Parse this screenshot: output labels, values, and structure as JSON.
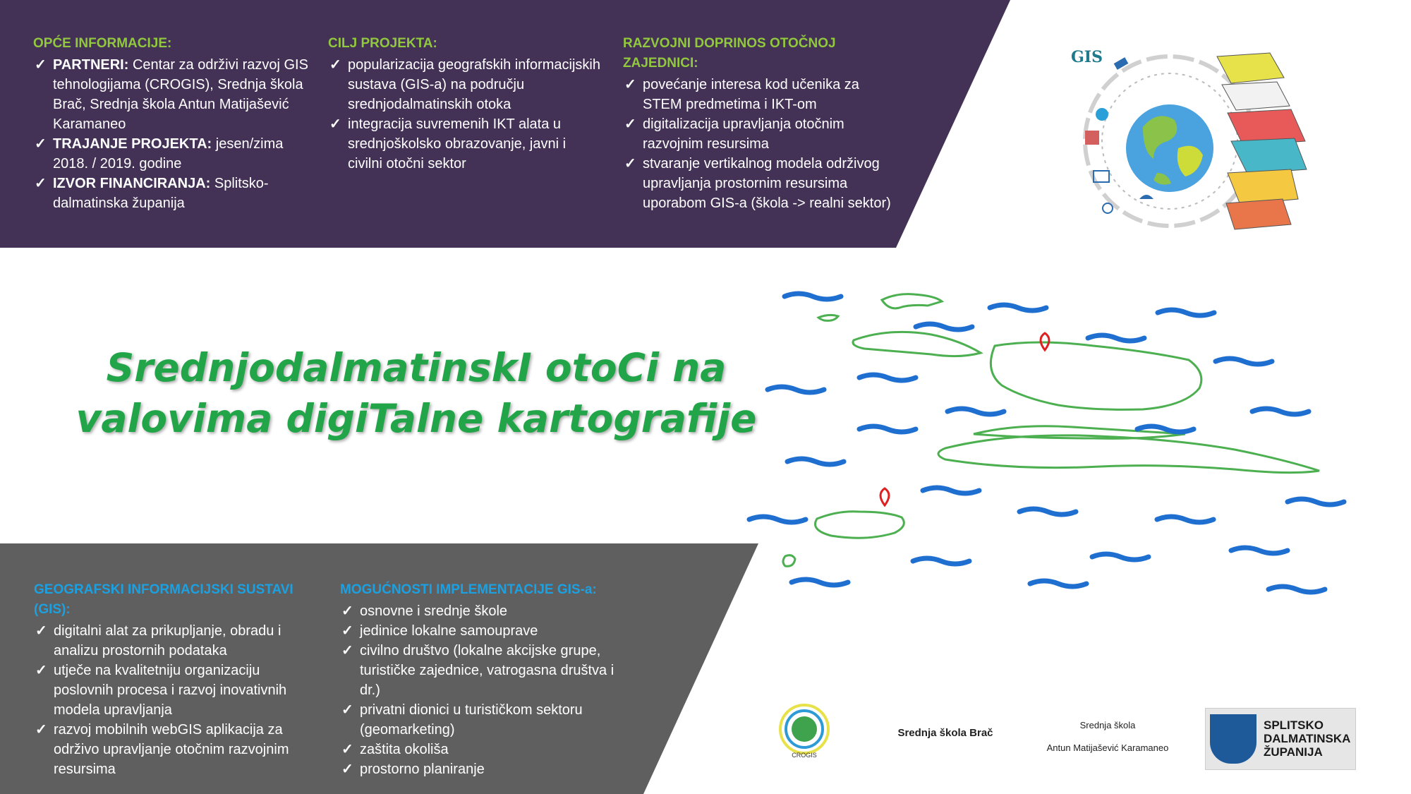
{
  "top": {
    "col1": {
      "heading": "OPĆE INFORMACIJE:",
      "items": [
        {
          "bold": "PARTNERI:",
          "text": " Centar za održivi razvoj GIS tehnologijama (CROGIS), Srednja škola Brač, Srednja škola Antun Matijašević Karamaneo"
        },
        {
          "bold": "TRAJANJE PROJEKTA:",
          "text": " jesen/zima 2018. / 2019. godine"
        },
        {
          "bold": "IZVOR FINANCIRANJA:",
          "text": " Splitsko-dalmatinska županija"
        }
      ]
    },
    "col2": {
      "heading": "CILJ PROJEKTA:",
      "items": [
        {
          "text": "popularizacija geografskih informacijskih sustava (GIS-a) na području srednjodalmatinskih otoka"
        },
        {
          "text": "integracija suvremenih IKT alata u srednjoškolsko obrazovanje, javni i civilni otočni sektor"
        }
      ]
    },
    "col3": {
      "heading": "RAZVOJNI DOPRINOS OTOČNOJ ZAJEDNICI:",
      "items": [
        {
          "text": "povećanje interesa kod učenika za STEM predmetima i IKT-om"
        },
        {
          "text": "digitalizacija upravljanja otočnim razvojnim resursima"
        },
        {
          "text": "stvaranje vertikalnog modela održivog upravljanja prostornim resursima uporabom GIS-a (škola -> realni sektor)"
        }
      ]
    }
  },
  "title": {
    "line1": "SrednjodalmatinskI otoCi na",
    "line2": "valovima digiTalne kartografije"
  },
  "bottom": {
    "col1": {
      "heading": "GEOGRAFSKI INFORMACIJSKI SUSTAVI (GIS):",
      "items": [
        {
          "text": "digitalni alat za prikupljanje, obradu i analizu  prostornih podataka"
        },
        {
          "text": "utječe na kvalitetniju organizaciju poslovnih procesa i razvoj inovativnih modela upravljanja"
        },
        {
          "text": "razvoj mobilnih webGIS aplikacija za održivo upravljanje otočnim razvojnim resursima"
        }
      ]
    },
    "col2": {
      "heading": "MOGUĆNOSTI IMPLEMENTACIJE GIS-a:",
      "items": [
        {
          "text": "osnovne i srednje škole"
        },
        {
          "text": "jedinice lokalne samouprave"
        },
        {
          "text": "civilno društvo (lokalne akcijske grupe, turističke zajednice, vatrogasna društva i dr.)"
        },
        {
          "text": "privatni dionici u turističkom sektoru (geomarketing)"
        },
        {
          "text": "zaštita okoliša"
        },
        {
          "text": "prostorno planiranje"
        }
      ]
    }
  },
  "check_glyph": "✓",
  "gis_label": "GIS",
  "logos": {
    "crogis": "CROGIS",
    "brac": "Srednja škola Brač",
    "karamaneo_line1": "Srednja škola",
    "karamaneo_line2": "Antun Matijašević Karamaneo",
    "sdz_line1": "SPLITSKO",
    "sdz_line2": "DALMATINSKA",
    "sdz_line3": "ŽUPANIJA"
  },
  "colors": {
    "top_panel": "#433256",
    "bottom_panel": "#5f5f5f",
    "green_heading": "#92c83e",
    "blue_heading": "#1ba1e2",
    "title_green": "#22a548",
    "island_outline": "#4caf50",
    "wave_blue": "#1f6fd1",
    "pin_red": "#e02020"
  }
}
